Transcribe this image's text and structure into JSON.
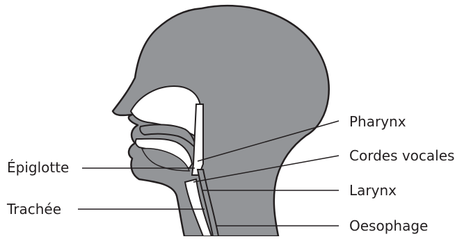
{
  "diagram": {
    "colors": {
      "head_fill": "#939598",
      "outline": "#231f20",
      "cavity": "#ffffff",
      "leader": "#231f20"
    },
    "labels": {
      "epiglotte": "Épiglotte",
      "trachee": "Trachée",
      "pharynx": "Pharynx",
      "cordes_vocales": "Cordes vocales",
      "larynx": "Larynx",
      "oesophage": "Oesophage"
    }
  }
}
